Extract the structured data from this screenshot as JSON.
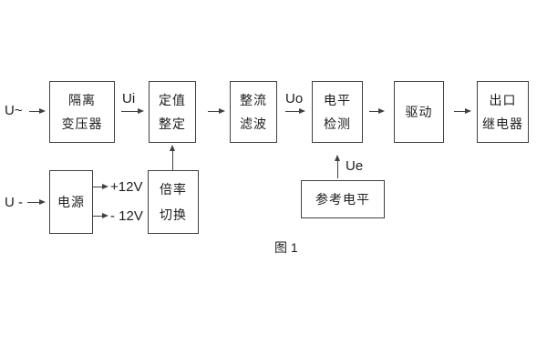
{
  "colors": {
    "line": "#404040",
    "text": "#1d1d1d",
    "bg": "#ffffff"
  },
  "diagram": {
    "caption": "图 1",
    "blocks": {
      "isolation_transformer": {
        "line1": "隔离",
        "line2": "变压器"
      },
      "setpoint_adjust": {
        "line1": "定值",
        "line2": "整定"
      },
      "rectifier_filter": {
        "line1": "整流",
        "line2": "滤波"
      },
      "level_detector": {
        "line1": "电平",
        "line2": "检测"
      },
      "driver": {
        "line1": "驱动"
      },
      "output_relay": {
        "line1": "出口",
        "line2": "继电器"
      },
      "power_supply": {
        "line1": "电源"
      },
      "ratio_switch": {
        "line1": "倍率",
        "line2": "切换"
      },
      "reference_level": {
        "line1": "参考电平"
      }
    },
    "signals": {
      "input_ac": "U~",
      "input_dc": "U -",
      "ui": "Ui",
      "uo": "Uo",
      "ue": "Ue",
      "rail_pos": "+12V",
      "rail_neg": "- 12V"
    }
  }
}
